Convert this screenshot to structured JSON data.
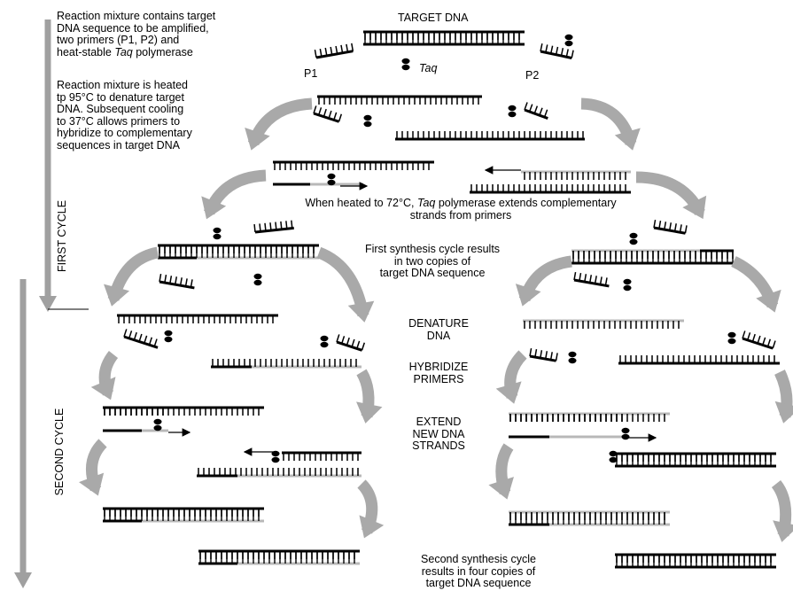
{
  "notes": {
    "intro": "Reaction mixture contains target\nDNA sequence to be amplified,\ntwo primers (P1, P2) and\nheat-stable ",
    "intro_taq": "Taq",
    "intro_end": " polymerase",
    "denature": "Reaction mixture is heated\ntp 95°C to denature target\nDNA.  Subsequent cooling\nto 37°C allows primers to\nhybridize to complementary\nsequences in target DNA",
    "extend_a": "When heated to 72°C, ",
    "extend_taq": "Taq",
    "extend_b": " polymerase extends complementary",
    "extend_c": "strands from primers",
    "first_result": "First synthesis cycle results\nin two copies of\ntarget DNA sequence",
    "step_denature": "DENATURE\nDNA",
    "step_hybridize": "HYBRIDIZE\nPRIMERS",
    "step_extend": "EXTEND\nNEW DNA\nSTRANDS",
    "second_result": "Second synthesis cycle\nresults in four copies of\ntarget DNA sequence"
  },
  "labels": {
    "target": "TARGET DNA",
    "p1": "P1",
    "p2": "P2",
    "taq": "Taq"
  },
  "cycles": {
    "first": "FIRST CYCLE",
    "second": "SECOND CYCLE"
  },
  "colors": {
    "strand": "#000000",
    "new_strand": "#b8b8b8",
    "arrow": "#a9a9a9"
  }
}
